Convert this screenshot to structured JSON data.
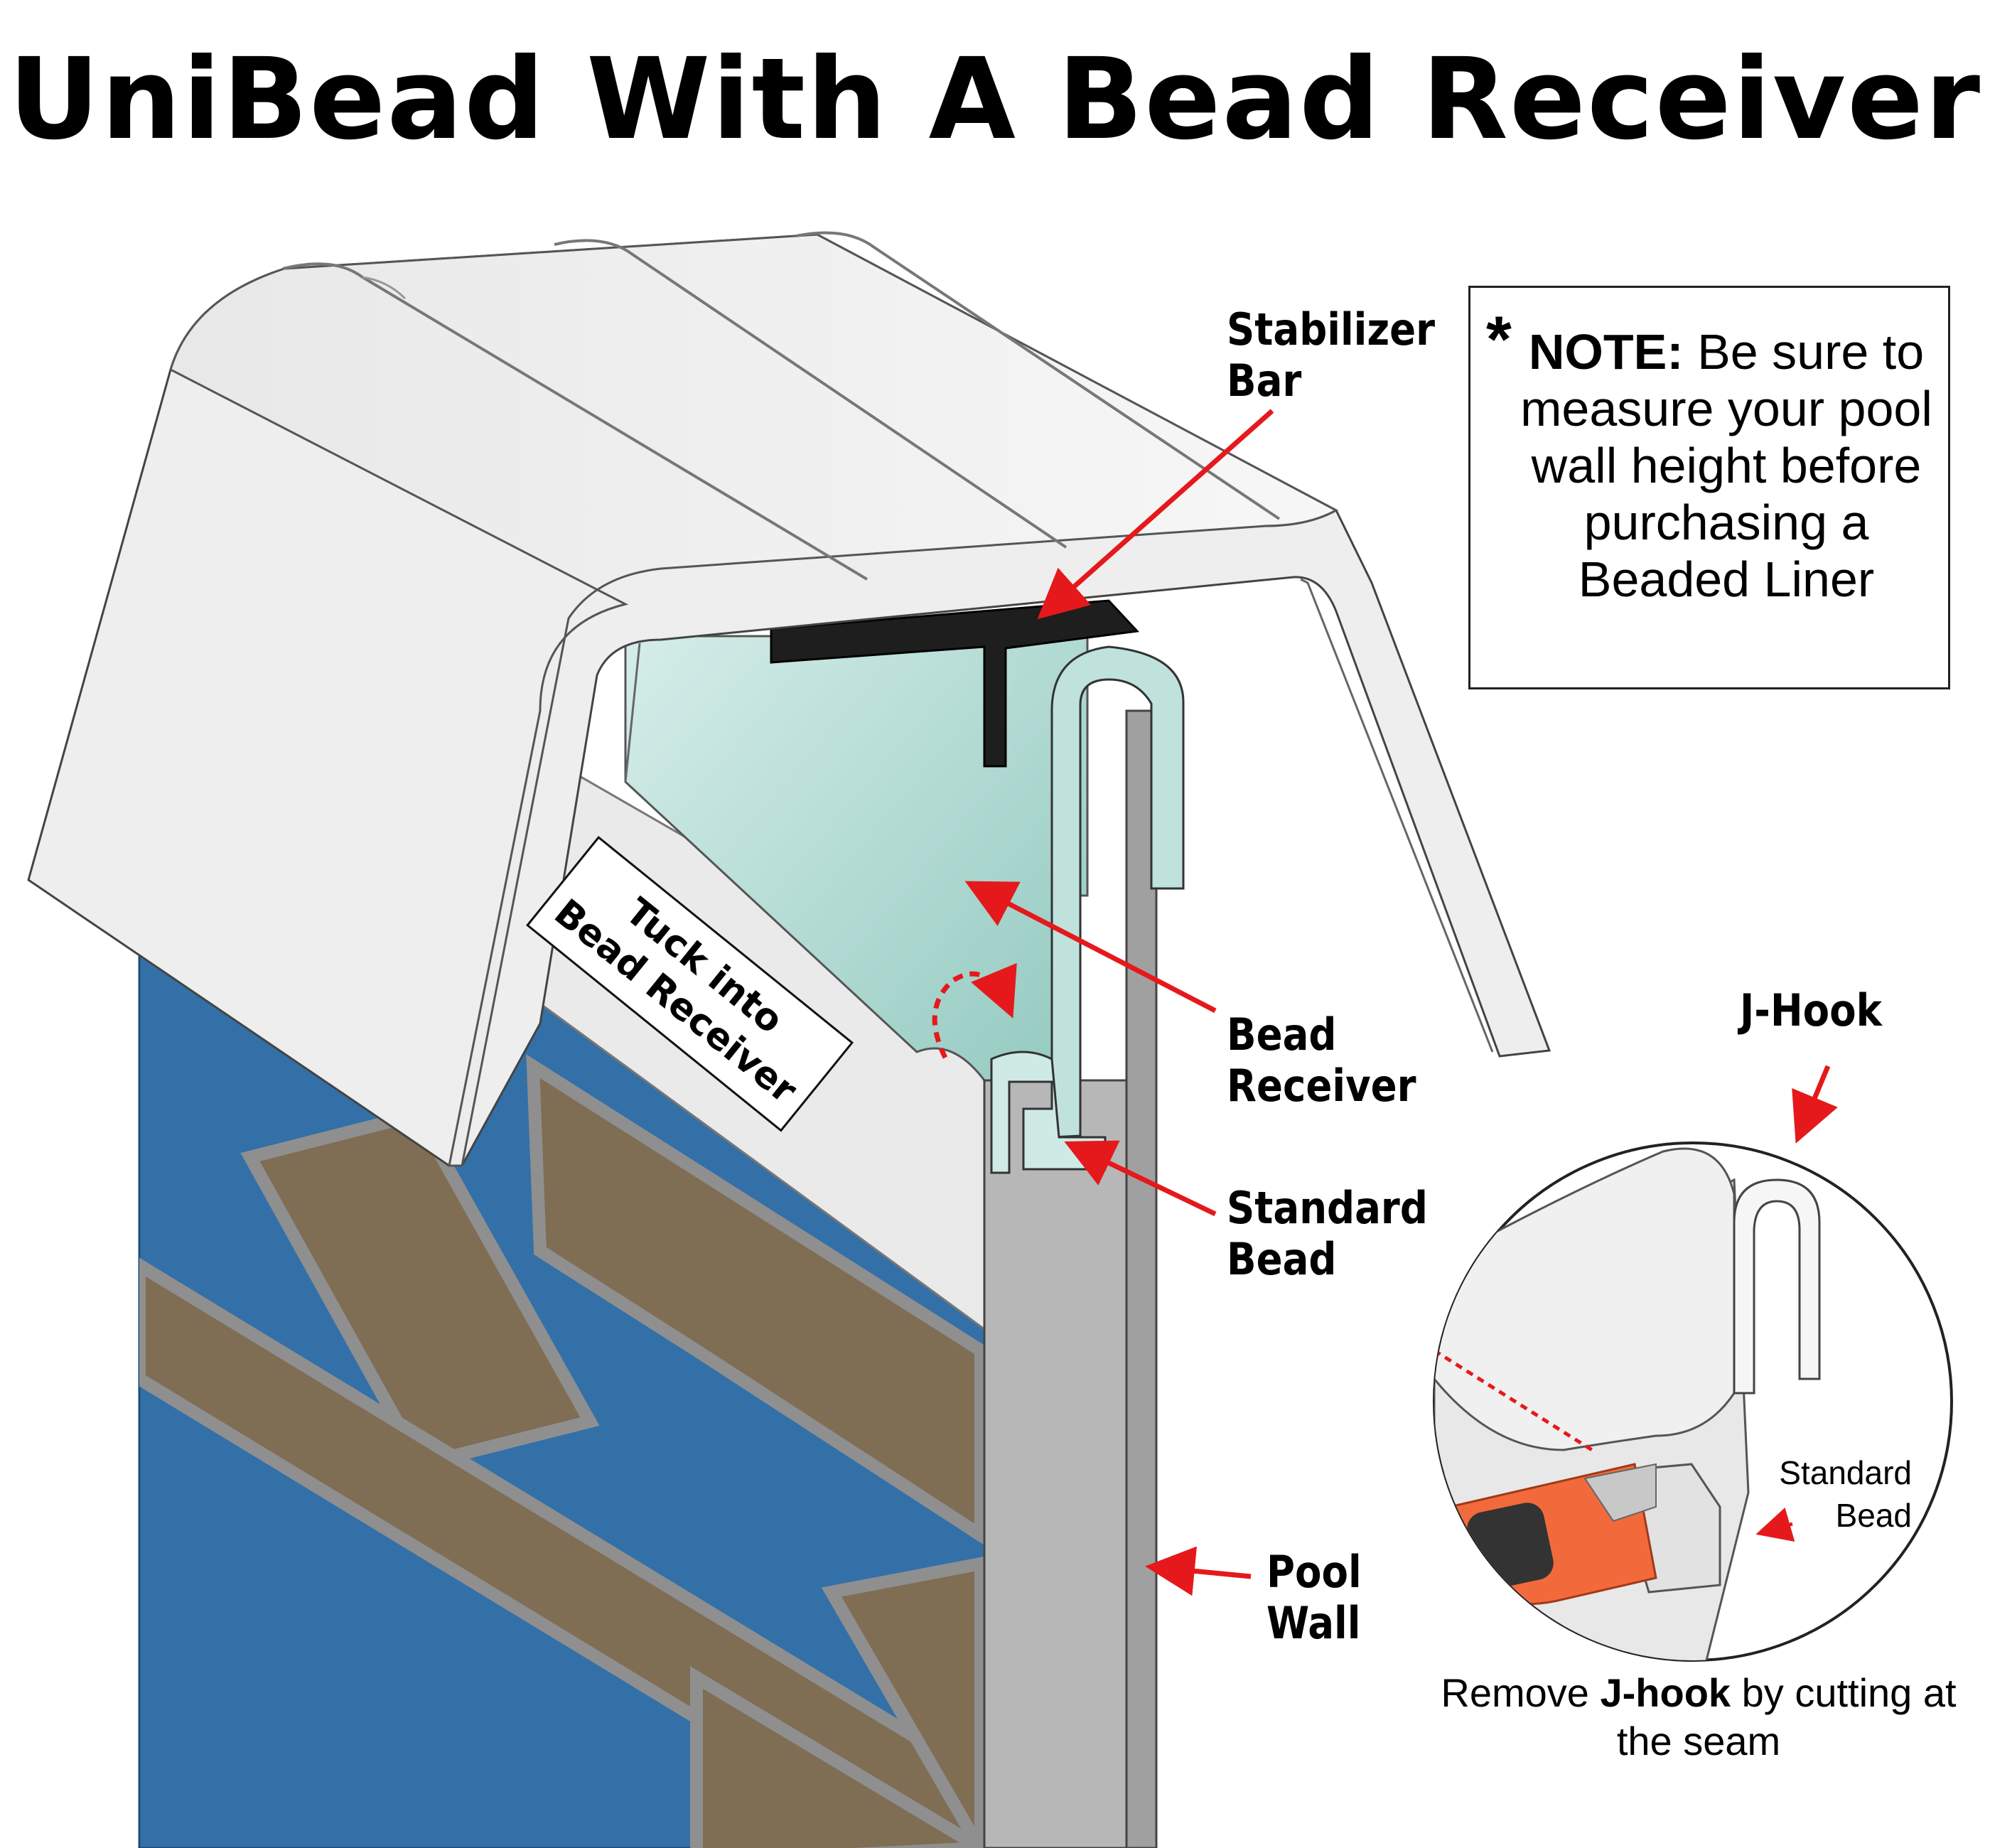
{
  "title": "UniBead With A Bead Receiver",
  "labels": {
    "stabilizer_bar": "Stabilizer\nBar",
    "bead_receiver": "Bead\nReceiver",
    "standard_bead": "Standard\nBead",
    "pool_wall": "Pool\nWall",
    "j_hook": "J-Hook",
    "tuck_label": "Tuck into\nBead Receiver",
    "inset_standard_bead": "Standard\nBead"
  },
  "note": {
    "star": "*",
    "lead": "NOTE:",
    "text": " Be sure to measure your pool wall height before purchasing a Beaded Liner"
  },
  "caption": {
    "part1": "Remove ",
    "bold": "J-hook",
    "part2": " by cutting at the seam"
  },
  "colors": {
    "liner_blue": "#3370a8",
    "brick_brown": "#7f6d54",
    "mortar_gray": "#8f8f8f",
    "receiver_teal": "#9fd1c8",
    "wall_gray": "#b7b7b7",
    "stabilizer_black": "#1e1e1e",
    "arrow_red": "#e5191c",
    "tool_orange": "#f26a3c"
  }
}
